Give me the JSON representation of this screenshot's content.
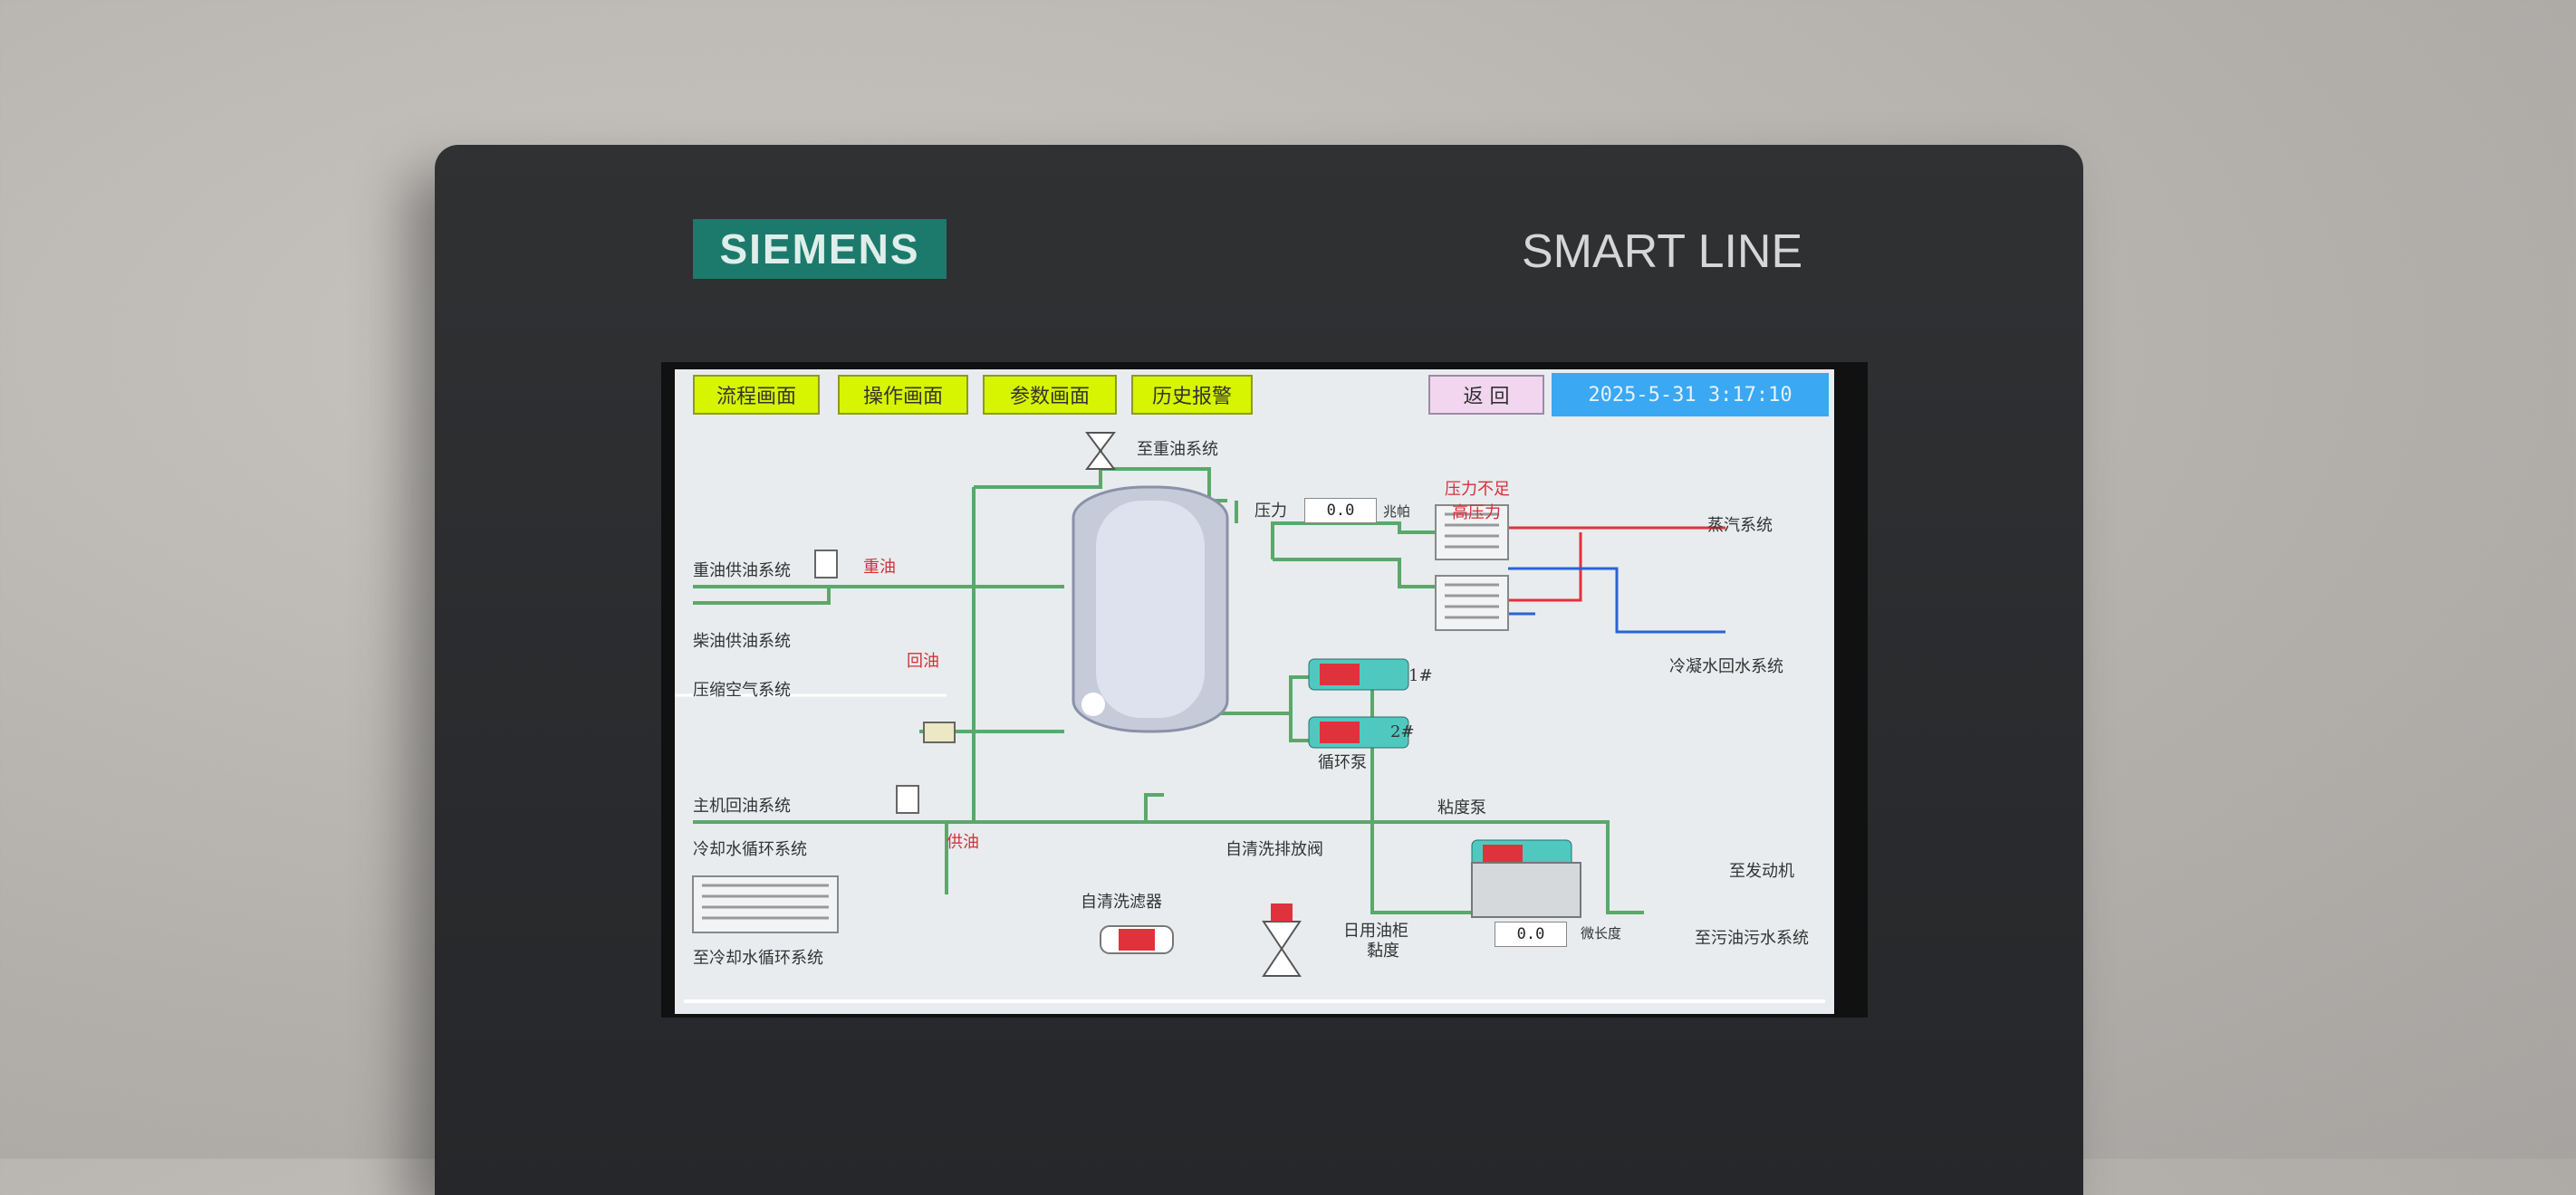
{
  "device": {
    "brand": "SIEMENS",
    "product_line": "SMART LINE"
  },
  "nav": {
    "tabs": [
      {
        "label": "流程画面"
      },
      {
        "label": "操作画面"
      },
      {
        "label": "参数画面"
      },
      {
        "label": "历史报警"
      }
    ],
    "return_label": "返 回",
    "datetime": "2025-5-31 3:17:10"
  },
  "process": {
    "to_heavy_oil": "至重油系统",
    "heavy_oil_supply": "重油供油系统",
    "heavy_oil": "重油",
    "diesel_supply": "柴油供油系统",
    "return_oil": "回油",
    "compressed_air": "压缩空气系统",
    "main_return": "主机回油系统",
    "cooling_loop": "冷却水循环系统",
    "supply_oil": "供油",
    "to_cooling_loop": "至冷却水循环系统",
    "self_clean_filter": "自清洗滤器",
    "self_clean_drain_valve": "自清洗排放阀",
    "pressure_label": "压力",
    "pressure_value": "0.0",
    "pressure_unit": "兆帕",
    "pressure_low": "压力不足",
    "pressure_high": "高压力",
    "steam_system": "蒸汽系统",
    "condensate_return": "冷凝水回水系统",
    "pump_1": "1#",
    "pump_2": "2#",
    "circ_pump": "循环泵",
    "viscosity_pump": "粘度泵",
    "to_engine": "至发动机",
    "daily_tank_viscosity_1": "日用油柜",
    "daily_tank_viscosity_2": "黏度",
    "viscosity_value": "0.0",
    "viscosity_unit": "微长度",
    "to_sludge": "至污油污水系统"
  }
}
